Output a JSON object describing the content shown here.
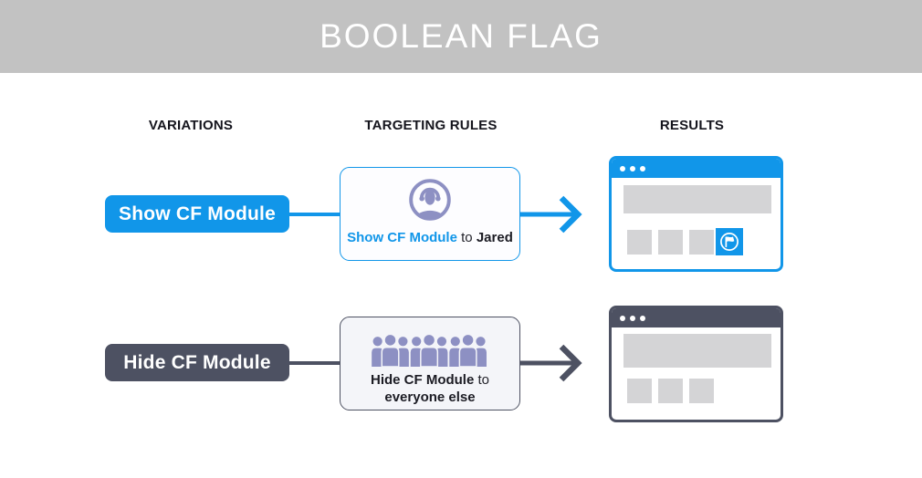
{
  "header": {
    "title": "BOOLEAN FLAG"
  },
  "columns": {
    "variations": "VARIATIONS",
    "targeting_rules": "TARGETING RULES",
    "results": "RESULTS"
  },
  "rows": [
    {
      "variation_label": "Show CF Module",
      "rule": {
        "flag": "Show CF Module",
        "connector": "to",
        "target": "Jared"
      },
      "rule_icon": "single-user-headset-icon",
      "result": {
        "module_visible": true
      }
    },
    {
      "variation_label": "Hide CF Module",
      "rule": {
        "flag": "Hide CF Module",
        "connector": "to",
        "target": "everyone else"
      },
      "rule_icon": "crowd-icon",
      "result": {
        "module_visible": false
      }
    }
  ],
  "colors": {
    "accent_blue": "#1196e9",
    "dark_slate": "#4d5162",
    "periwinkle": "#8d90c3",
    "header_gray": "#c2c2c2",
    "placeholder_gray": "#d4d4d6",
    "card_light_bg": "#f4f5f9",
    "text_dark": "#1c1c24"
  }
}
